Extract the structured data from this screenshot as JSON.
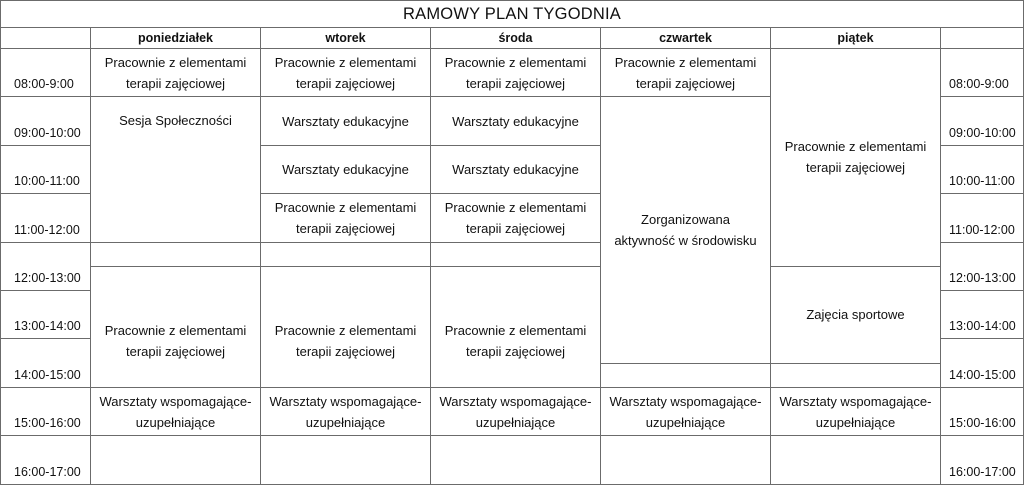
{
  "title": "RAMOWY PLAN TYGODNIA",
  "days": [
    "poniedziałek",
    "wtorek",
    "środa",
    "czwartek",
    "piątek"
  ],
  "times": [
    "08:00-9:00",
    "09:00-10:00",
    "10:00-11:00",
    "11:00-12:00",
    "12:00-13:00",
    "13:00-14:00",
    "14:00-15:00",
    "15:00-16:00",
    "16:00-17:00"
  ],
  "times_right": [
    "08:00-9:00",
    "09:00-10:00",
    "10:00-11:00",
    "11:00-12:00",
    "12:00-13:00",
    "13:00-14:00",
    "14:00-15:00",
    "15:00-16:00",
    "16:00-17:00"
  ],
  "events": {
    "mon_1": "Pracownie z elementami terapii zajęciowej",
    "mon_2": "Sesja Społeczności",
    "mon_3": "",
    "mon_4": "Pracownie z elementami terapii zajęciowej",
    "mon_5": "Warsztaty wspomagające-uzupełniające",
    "mon_6": "",
    "tue_1": "Pracownie z elementami terapii zajęciowej",
    "tue_2": "Warsztaty edukacyjne",
    "tue_3": "Warsztaty edukacyjne",
    "tue_4": "Pracownie z elementami terapii zajęciowej",
    "tue_5": "",
    "tue_6": "Pracownie z elementami terapii zajęciowej",
    "tue_7": "Warsztaty wspomagające-uzupełniające",
    "tue_8": "",
    "wed_1": "Pracownie z elementami terapii zajęciowej",
    "wed_2": "Warsztaty edukacyjne",
    "wed_3": "Warsztaty edukacyjne",
    "wed_4": "Pracownie z elementami terapii zajęciowej",
    "wed_5": "",
    "wed_6": "Pracownie z elementami terapii zajęciowej",
    "wed_7": "Warsztaty wspomagające-uzupełniające",
    "wed_8": "",
    "thu_1": "Pracownie z elementami terapii zajęciowej",
    "thu_2": "Zorganizowana aktywność w środowisku",
    "thu_3": "",
    "thu_4": "Warsztaty wspomagające-uzupełniające",
    "thu_5": "",
    "fri_1": "Pracownie z elementami terapii zajęciowej",
    "fri_2": "Zajęcia sportowe",
    "fri_3": "",
    "fri_4": "Warsztaty wspomagające-uzupełniające",
    "fri_5": ""
  }
}
